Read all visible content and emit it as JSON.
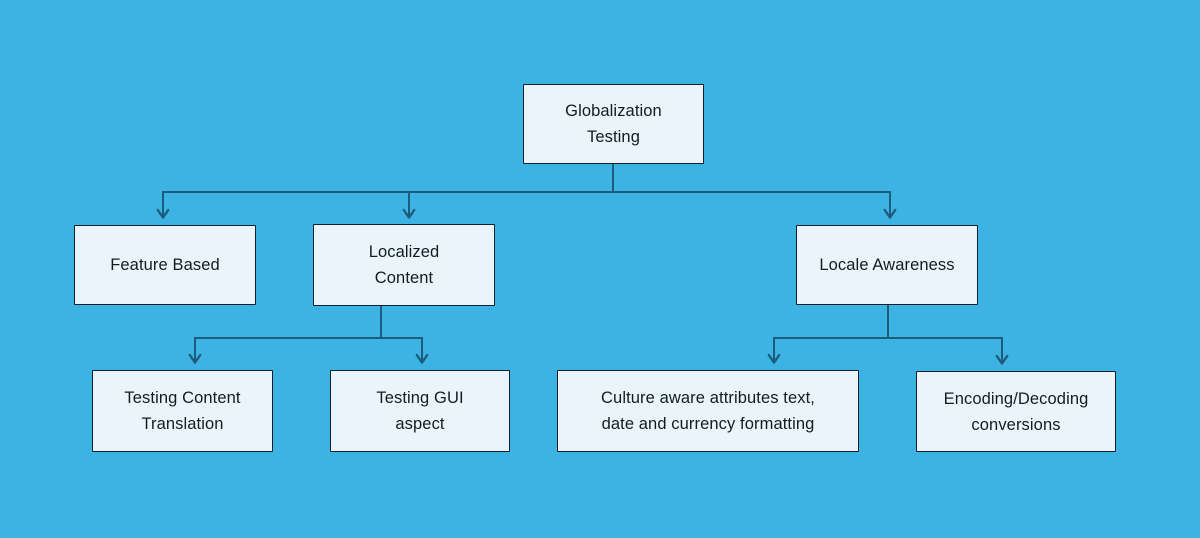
{
  "diagram": {
    "title": "Globalization Testing",
    "type": "tree-flowchart",
    "colors": {
      "background": "#3cb3e3",
      "node_fill": "#e9f5fb",
      "node_border": "#141f2b",
      "connector": "#1d5c7a",
      "text": "#121c26"
    },
    "nodes": {
      "root": {
        "label": "Globalization Testing",
        "lines": [
          "Globalization",
          "Testing"
        ]
      },
      "feature_based": {
        "label": "Feature Based",
        "lines": [
          "Feature Based"
        ]
      },
      "localized_content": {
        "label": "Localized Content",
        "lines": [
          "Localized",
          "Content"
        ]
      },
      "locale_awareness": {
        "label": "Locale Awareness",
        "lines": [
          "Locale Awareness"
        ]
      },
      "testing_content_translation": {
        "label": "Testing Content Translation",
        "lines": [
          "Testing Content",
          "Translation"
        ]
      },
      "testing_gui_aspect": {
        "label": "Testing GUI aspect",
        "lines": [
          "Testing GUI",
          "aspect"
        ]
      },
      "culture_aware_formatting": {
        "label": "Culture aware attributes text, date and currency formatting",
        "lines": [
          "Culture aware attributes text,",
          "date and currency formatting"
        ]
      },
      "encoding_decoding": {
        "label": "Encoding/Decoding conversions",
        "lines": [
          "Encoding/Decoding",
          "conversions"
        ]
      }
    },
    "edges": [
      {
        "from": "root",
        "to": "feature_based"
      },
      {
        "from": "root",
        "to": "localized_content"
      },
      {
        "from": "root",
        "to": "locale_awareness"
      },
      {
        "from": "localized_content",
        "to": "testing_content_translation"
      },
      {
        "from": "localized_content",
        "to": "testing_gui_aspect"
      },
      {
        "from": "locale_awareness",
        "to": "culture_aware_formatting"
      },
      {
        "from": "locale_awareness",
        "to": "encoding_decoding"
      }
    ]
  }
}
